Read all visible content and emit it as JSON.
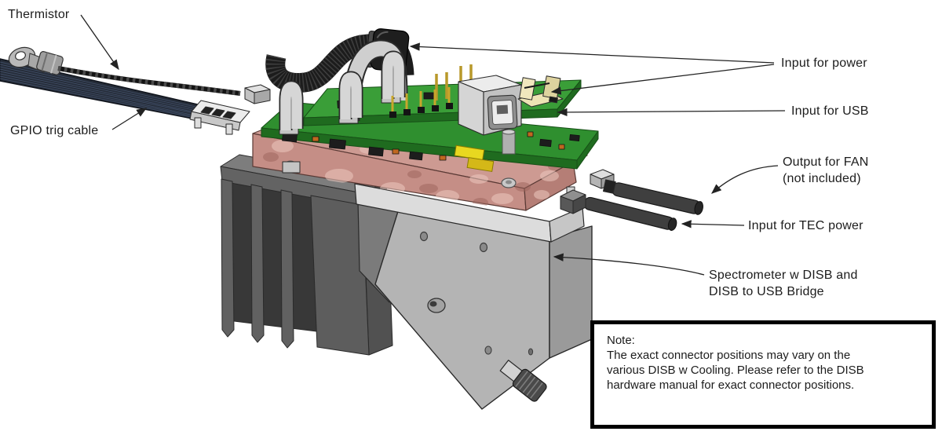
{
  "diagram": {
    "callouts": {
      "thermistor": {
        "label": "Thermistor"
      },
      "gpio_trig_cable": {
        "label": "GPIO trig cable"
      },
      "input_power": {
        "label": "Input for power"
      },
      "input_usb": {
        "label": "Input for USB"
      },
      "output_fan": {
        "label": "Output for FAN",
        "sub": "(not included)"
      },
      "input_tec": {
        "label": "Input for TEC power"
      },
      "spectrometer": {
        "label": "Spectrometer w DISB and",
        "sub": "DISB to USB Bridge"
      }
    },
    "note": {
      "heading": "Note:",
      "line1": "The exact connector positions may vary on the",
      "line2": "various DISB w Cooling. Please refer to the DISB",
      "line3": "hardware manual for exact connector positions."
    },
    "parts": {
      "heatsink": "heatsink",
      "thermal_block": "thermal-insulation-block",
      "pcb_stack": "disb-pcb-stack",
      "body": "spectrometer-body",
      "sma": "sma-fiber-connector",
      "fan_cable": "fan-output-cable",
      "tec_cable": "tec-power-cable",
      "gpio_cable": "gpio-ribbon-cable",
      "thermistor_cable": "thermistor-cable"
    },
    "colors": {
      "background": "#ffffff",
      "line": "#222222",
      "note_border": "#000000",
      "pcb_green": "#2f8f2f",
      "pcb_green_light": "#3a9e38",
      "pcb_edge": "#1f6b1f",
      "thermal_pink": "#c58e86",
      "heatsink_gray": "#636363",
      "body_gray": "#b4b4b4",
      "cable_dark": "#3f3f3f",
      "ribbon_navy": "#252c38"
    }
  }
}
